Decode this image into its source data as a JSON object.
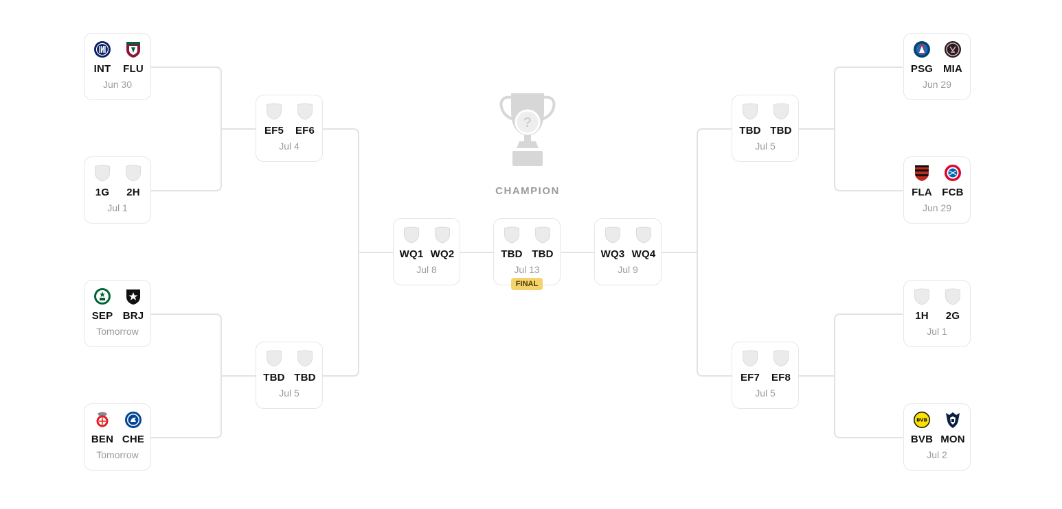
{
  "champion_label": "CHAMPION",
  "trophy_mark": "?",
  "final_badge": "FINAL",
  "colors": {
    "line": "#e2e2e2",
    "card_border": "#e6e6e6",
    "date_text": "#9a9a9a",
    "final_badge": "#f5d36b",
    "placeholder_shield": "#e4e4e4"
  },
  "matches": [
    {
      "id": "r16-l1",
      "home": {
        "abbr": "INT",
        "crest": "inter-crest"
      },
      "away": {
        "abbr": "FLU",
        "crest": "fluminense-crest"
      },
      "date": "Jun 30"
    },
    {
      "id": "r16-l2",
      "home": {
        "abbr": "1G",
        "crest": "placeholder-shield"
      },
      "away": {
        "abbr": "2H",
        "crest": "placeholder-shield"
      },
      "date": "Jul 1"
    },
    {
      "id": "r16-l3",
      "home": {
        "abbr": "SEP",
        "crest": "palmeiras-crest"
      },
      "away": {
        "abbr": "BRJ",
        "crest": "botafogo-crest"
      },
      "date": "Tomorrow"
    },
    {
      "id": "r16-l4",
      "home": {
        "abbr": "BEN",
        "crest": "benfica-crest"
      },
      "away": {
        "abbr": "CHE",
        "crest": "chelsea-crest"
      },
      "date": "Tomorrow"
    },
    {
      "id": "qf-l1",
      "home": {
        "abbr": "EF5",
        "crest": "placeholder-shield"
      },
      "away": {
        "abbr": "EF6",
        "crest": "placeholder-shield"
      },
      "date": "Jul 4"
    },
    {
      "id": "qf-l2",
      "home": {
        "abbr": "TBD",
        "crest": "placeholder-shield"
      },
      "away": {
        "abbr": "TBD",
        "crest": "placeholder-shield"
      },
      "date": "Jul 5"
    },
    {
      "id": "sf-l",
      "home": {
        "abbr": "WQ1",
        "crest": "placeholder-shield"
      },
      "away": {
        "abbr": "WQ2",
        "crest": "placeholder-shield"
      },
      "date": "Jul 8"
    },
    {
      "id": "final",
      "home": {
        "abbr": "TBD",
        "crest": "placeholder-shield"
      },
      "away": {
        "abbr": "TBD",
        "crest": "placeholder-shield"
      },
      "date": "Jul 13"
    },
    {
      "id": "sf-r",
      "home": {
        "abbr": "WQ3",
        "crest": "placeholder-shield"
      },
      "away": {
        "abbr": "WQ4",
        "crest": "placeholder-shield"
      },
      "date": "Jul 9"
    },
    {
      "id": "qf-r1",
      "home": {
        "abbr": "TBD",
        "crest": "placeholder-shield"
      },
      "away": {
        "abbr": "TBD",
        "crest": "placeholder-shield"
      },
      "date": "Jul 5"
    },
    {
      "id": "qf-r2",
      "home": {
        "abbr": "EF7",
        "crest": "placeholder-shield"
      },
      "away": {
        "abbr": "EF8",
        "crest": "placeholder-shield"
      },
      "date": "Jul 5"
    },
    {
      "id": "r16-r1",
      "home": {
        "abbr": "PSG",
        "crest": "psg-crest"
      },
      "away": {
        "abbr": "MIA",
        "crest": "inter-miami-crest"
      },
      "date": "Jun 29"
    },
    {
      "id": "r16-r2",
      "home": {
        "abbr": "FLA",
        "crest": "flamengo-crest"
      },
      "away": {
        "abbr": "FCB",
        "crest": "bayern-crest"
      },
      "date": "Jun 29"
    },
    {
      "id": "r16-r3",
      "home": {
        "abbr": "1H",
        "crest": "placeholder-shield"
      },
      "away": {
        "abbr": "2G",
        "crest": "placeholder-shield"
      },
      "date": "Jul 1"
    },
    {
      "id": "r16-r4",
      "home": {
        "abbr": "BVB",
        "crest": "dortmund-crest"
      },
      "away": {
        "abbr": "MON",
        "crest": "monterrey-crest"
      },
      "date": "Jul 2"
    }
  ]
}
